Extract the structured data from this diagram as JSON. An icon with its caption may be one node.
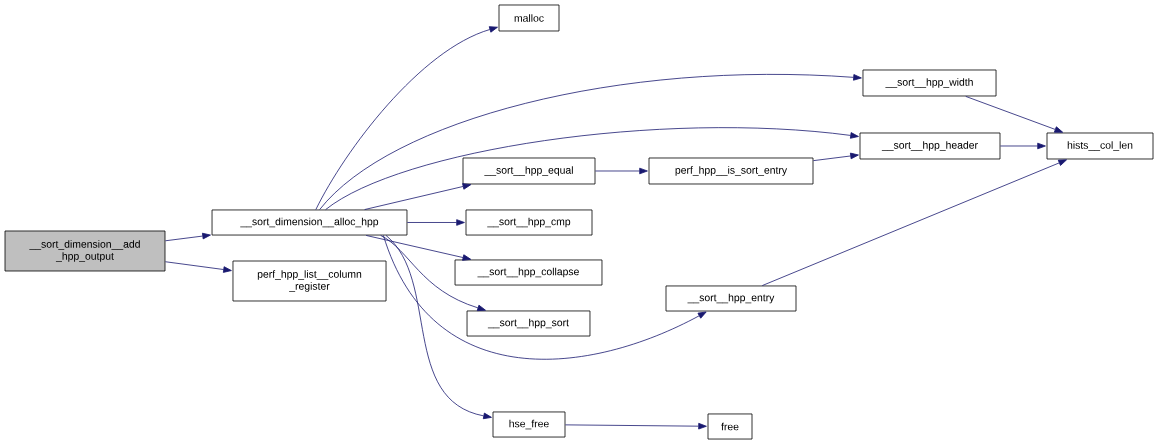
{
  "diagram": {
    "nodes": [
      {
        "text": [
          "__sort_dimension__add _hpp_output"
        ]
      },
      {
        "text": [
          "__sort_dimension__alloc_hpp"
        ]
      },
      {
        "text": [
          "perf_hpp_list__column _register"
        ]
      },
      {
        "text": [
          "malloc"
        ]
      },
      {
        "text": [
          "__sort__hpp_width"
        ]
      },
      {
        "text": [
          "__sort__hpp_header"
        ]
      },
      {
        "text": [
          "__sort__hpp_equal"
        ]
      },
      {
        "text": [
          "perf_hpp__is_sort_entry"
        ]
      },
      {
        "text": [
          "hists__col_len"
        ]
      },
      {
        "text": [
          "__sort__hpp_cmp"
        ]
      },
      {
        "text": [
          "__sort__hpp_collapse"
        ]
      },
      {
        "text": [
          "__sort__hpp_sort"
        ]
      },
      {
        "text": [
          "__sort__hpp_entry"
        ]
      },
      {
        "text": [
          "hse_free"
        ]
      },
      {
        "text": [
          "free"
        ]
      }
    ],
    "edges": [
      {
        "from": 0,
        "to": 1,
        "arrow": "to"
      },
      {
        "from": 0,
        "to": 2,
        "arrow": "to"
      },
      {
        "from": 1,
        "to": 3,
        "arrow": "to"
      },
      {
        "from": 1,
        "to": 4,
        "arrow": "to"
      },
      {
        "from": 1,
        "to": 5,
        "arrow": "to"
      },
      {
        "from": 1,
        "to": 6,
        "arrow": "to"
      },
      {
        "from": 1,
        "to": 9,
        "arrow": "to"
      },
      {
        "from": 1,
        "to": 10,
        "arrow": "to"
      },
      {
        "from": 1,
        "to": 11,
        "arrow": "to"
      },
      {
        "from": 1,
        "to": 12,
        "arrow": "to"
      },
      {
        "from": 1,
        "to": 13,
        "arrow": "to"
      },
      {
        "from": 6,
        "to": 7,
        "arrow": "to"
      },
      {
        "from": 7,
        "to": 5,
        "arrow": "to"
      },
      {
        "from": 4,
        "to": 8,
        "arrow": "to"
      },
      {
        "from": 5,
        "to": 8,
        "arrow": "to"
      },
      {
        "from": 12,
        "to": 8,
        "arrow": "to"
      },
      {
        "from": 13,
        "to": 14,
        "arrow": "to"
      }
    ]
  }
}
